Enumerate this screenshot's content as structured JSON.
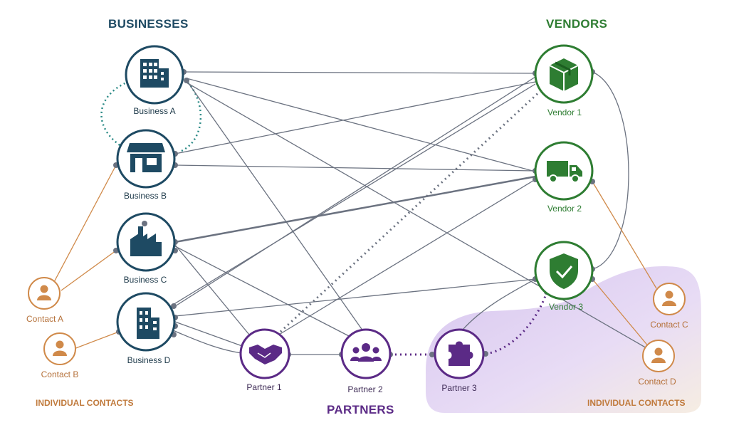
{
  "groups": {
    "businesses": "BUSINESSES",
    "vendors": "VENDORS",
    "partners": "PARTNERS",
    "contacts_left": "INDIVIDUAL CONTACTS",
    "contacts_right": "INDIVIDUAL CONTACTS"
  },
  "nodes": {
    "business_a": "Business A",
    "business_b": "Business B",
    "business_c": "Business C",
    "business_d": "Business D",
    "vendor_1": "Vendor 1",
    "vendor_2": "Vendor 2",
    "vendor_3": "Vendor 3",
    "partner_1": "Partner 1",
    "partner_2": "Partner 2",
    "partner_3": "Partner 3",
    "contact_a": "Contact A",
    "contact_b": "Contact B",
    "contact_c": "Contact C",
    "contact_d": "Contact D"
  },
  "colors": {
    "business": "#1e4a63",
    "vendor": "#2e7d32",
    "partner": "#5b2a86",
    "contact": "#d08a4a",
    "link": "#6b7280",
    "highlight": "#d9c9ee"
  }
}
